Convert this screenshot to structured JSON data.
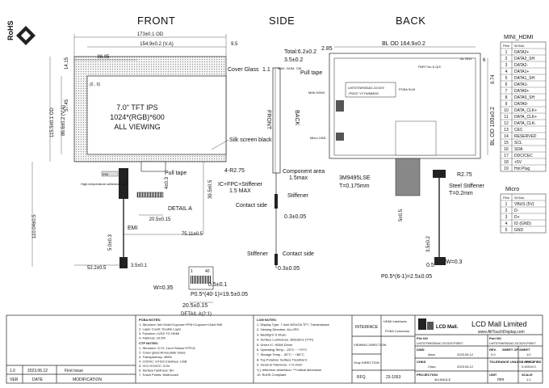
{
  "rohs_label": "RoHS",
  "views": {
    "front": "FRONT",
    "side": "SIDE",
    "back": "BACK"
  },
  "front": {
    "dims": {
      "od_width": "173±0.1 OD",
      "va_width": "154.9±0.2 (V.A)",
      "right_margin": "9.5",
      "left_offset": "86.05",
      "top_offset": "14.15",
      "va_offset_y": "57.45",
      "od_height": "115.5±0.1 OD",
      "va_height": "86.6±0.2 (V.A)",
      "total_height": "110.04±0.5",
      "radius": "4-R2.75",
      "pull_offset": "4±0.3",
      "pull_to_bottom": "39.5±0.5",
      "detail_width": "20.5±0.15",
      "cable_width": "75.11±0.5",
      "emi_height": "5.0±0.3",
      "fpc_offset": "52.2±0.5",
      "fpc_width": "3.5±0.1",
      "origin": "(0 , 0)"
    },
    "screen_lines": [
      "7.0\" TFT IPS",
      "1024*(RGB)*600",
      "ALL VIEWING"
    ],
    "labels": {
      "silk": "Silk screen black",
      "pull_tape": "Pull tape",
      "detail_a": "DETAIL  A",
      "emi": "EMI",
      "emi_small": "EMI",
      "adhesive": "High-temperature adhesive tape"
    }
  },
  "side": {
    "total": "Total:6.2±0.2",
    "glass_thk": "3.5±0.2",
    "glass_note": "MAX. NOM. 745",
    "cover_glass": "Cover Glass",
    "cover_glass_dim": "1.1",
    "front_word": "FRONT",
    "back_word": "BACK",
    "component_area": "Component area",
    "component_max": "1.5max",
    "ic_fpc": "IC+FPC+Stiffener",
    "ic_fpc_max": "1.5 MAX",
    "stiffener": "Stiffener",
    "contact_side": "Contact side",
    "thk1": "0.3±0.05",
    "stiffener2": "Stiffener",
    "contact_side2": "Contact side",
    "thk2": "0.3±0.05"
  },
  "back": {
    "left_margin": "2.85",
    "bl_width": "BL OD 164.9±0.2",
    "bl_height": "BL OD 100±0.2",
    "right_margin": "9.74",
    "top_margin": "6",
    "pull_tape": "Pull tape",
    "part_no": "PART No & Q/C",
    "al_label": "AL 2511",
    "label_line1": "LM7070WS00AC-DC029",
    "label_line2": "-P0007    YYYWMMDD",
    "pcba_label": "PCBA SLM",
    "mini_hdmi_small": "MINI HDMI",
    "micro_usb_small": "Micro USB",
    "r_label": "R2.75",
    "tape_label": "3M9495LSE",
    "tape_thk": "T=0.175mm",
    "steel": "Steel  Stiffener",
    "steel_thk": "T=0.2mm",
    "h1": "5±0.5",
    "h2": "3.5±0.2",
    "w1": "W=0.3",
    "w2": "0.5",
    "pitch": "P0.5*(6-1)=2.5±0.05"
  },
  "detail": {
    "pin1": "1",
    "pin40": "40",
    "w": "W=0.35",
    "thk": "0.5±0.1",
    "pitch": "P0.5*(40-1)=19.5±0.05",
    "width": "20.5±0.15",
    "caption": "DETAIL A(2:1)"
  },
  "mini_hdmi": {
    "title": "MINI_HDMI",
    "header": [
      "PIN#",
      "SIGNAL"
    ],
    "rows": [
      [
        "1",
        "DATA2+"
      ],
      [
        "2",
        "DATA2_SH"
      ],
      [
        "3",
        "DATA2-"
      ],
      [
        "4",
        "DATA1+"
      ],
      [
        "5",
        "DATA1_SH"
      ],
      [
        "6",
        "DATA1-"
      ],
      [
        "7",
        "DATA0+"
      ],
      [
        "8",
        "DATA0_SH"
      ],
      [
        "9",
        "DATA0-"
      ],
      [
        "10",
        "DATA_CLK+"
      ],
      [
        "11",
        "DATA_CLK+"
      ],
      [
        "12",
        "DATA_CLK-"
      ],
      [
        "13",
        "CEC"
      ],
      [
        "14",
        "RESERVED"
      ],
      [
        "15",
        "SCL"
      ],
      [
        "16",
        "SDA"
      ],
      [
        "17",
        "DDC/CEC"
      ],
      [
        "18",
        "+5V"
      ],
      [
        "19",
        "Hot Plug"
      ]
    ]
  },
  "micro": {
    "title": "Micro",
    "header": [
      "PIN#",
      "SIGNAL"
    ],
    "rows": [
      [
        "1",
        "VBUS (5V)"
      ],
      [
        "2",
        "D-"
      ],
      [
        "3",
        "D+"
      ],
      [
        "4",
        "ID (GND)"
      ],
      [
        "5",
        "GND"
      ]
    ]
  },
  "pcba_notes": {
    "title": "PCBA NOTES:",
    "lines": [
      "1. Structure:  Ink+Gold+Cupcure+FPA+Cupcure+Gold+INK",
      "2. Layer Count:  Double Layer",
      "3. Function:    LVDS TO HDMI",
      "4. Flatness:    ≤0.5%"
    ]
  },
  "ctp_notes": {
    "title": "CTP NOTES:",
    "lines": [
      "1. Structure: G+G, 1oro+Sensor+FPCA",
      "2. Cover glass:Armorplate Glass",
      "3. Transparency:  ≥85%",
      "4. COF/IC: GT911  Interface: USB",
      "5. VCC+IOVCC:      5.0V",
      "6. Surface hardness: 6H",
      "7. Touch Points:   Multi-touch"
    ]
  },
  "lcm_notes": {
    "title": "LCM NOTES:",
    "lines": [
      "1. Display Type: 7 inch WSVGA TFT ,Transmissive",
      "2. Viewing Direction: ALL/IPS",
      "3. Backlight:  6 Wcan",
      "4. Surface Luminance: 380cd/m2 (TYP)",
      "5. Driver IC:   HDMI Driver",
      "6. Operating Temp.: -20°C ~ +70°C",
      "7. Storage Temp.: -30°C ~ +80°C",
      "8. Top Polarizer Surface Treatment:",
      "9. General Tolerance: +/-0.3mm",
      "   *( ) reference dimension. ***critical dimension",
      "10. RoHS Compliant"
    ]
  },
  "title_block": {
    "interface_label": "INTERFACE",
    "interface_v1": "HDMI Interfaces",
    "interface_v2": "PCBA Connector",
    "viewing_label": "VIEWING DIRECTION",
    "gray_label": "Gray DIRECTION",
    "rfq_label": "RFQ.",
    "rfq_value": "23-1053",
    "company": "LCD Mall Limited",
    "website": "www.AllTouchDisplay.com",
    "logo_text": "LCD Mall.",
    "file_no_label": "File NO",
    "file_no": "LM7070WS00AC-DC029-P0007",
    "part_no_label": "Part NO",
    "part_no": "LM7070WS00AC-DC029-P0007",
    "dwn_label": "DWN",
    "dwn_name": "Alwa",
    "dwn_date": "2023.06.12",
    "rev_label": "REV.",
    "rev_value": "0.0",
    "sheet_label": "SHEET OF SHEET",
    "sheet_value": "1/1",
    "chkd_label": "CHKD",
    "chkd_name": "Chao",
    "chkd_date": "2023.06.12",
    "tol_label": "TOLERANCE UNLESS SPECIFIED",
    "tol_v1": "0.00±0.2",
    "tol_v2": "0.000±0.0",
    "proj_label": "PROJECTION",
    "proj_value": "3rd ANGLE",
    "unit_label": "UNIT",
    "unit_value": "mm",
    "scale_label": "SCALE",
    "scale_value": "1:1"
  },
  "revision": {
    "row": {
      "rev": "1.0",
      "date": "2023.06.12",
      "mod": "First Issue"
    },
    "headers": {
      "ver": "VER",
      "date": "DATE",
      "mod": "MODIFICATION"
    }
  }
}
